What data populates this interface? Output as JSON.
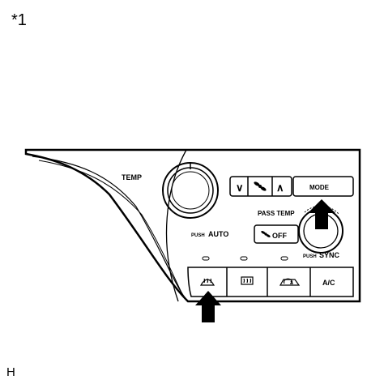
{
  "reference_mark": "*1",
  "figure_code": "H",
  "panel": {
    "temp_label": "TEMP",
    "fan_down_symbol": "∨",
    "fan_icon": "fan-icon",
    "fan_up_symbol": "∧",
    "mode_label": "MODE",
    "pass_temp_label": "PASS TEMP",
    "push_auto_prefix": "PUSH",
    "push_auto_label": "AUTO",
    "off_label": "OFF",
    "push_sync_prefix": "PUSH",
    "push_sync_label": "SYNC",
    "ac_label": "A/C",
    "front_defrost_icon": "front-defroster-icon",
    "rear_defrost_icon": "rear-defroster-icon",
    "recirculation_icon": "recirculation-icon"
  },
  "arrows": {
    "icon": "arrow-down-icon",
    "count": 2
  },
  "colors": {
    "line": "#000000",
    "background": "#ffffff"
  }
}
